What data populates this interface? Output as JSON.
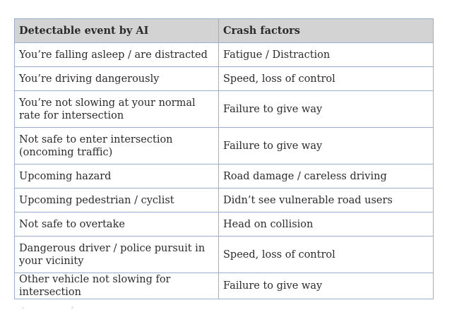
{
  "table": {
    "headers": [
      "Detectable event by AI",
      "Crash factors"
    ],
    "rows": [
      {
        "event": "You’re falling asleep / are distracted",
        "factor": "Fatigue / Distraction"
      },
      {
        "event": "You’re driving dangerously",
        "factor": "Speed, loss of control"
      },
      {
        "event": "You’re not slowing at your normal rate for intersection",
        "factor": "Failure to give way"
      },
      {
        "event": "Not safe to enter intersection (oncoming traffic)",
        "factor": "Failure to give way"
      },
      {
        "event": "Upcoming hazard",
        "factor": "Road damage / careless driving"
      },
      {
        "event": "Upcoming pedestrian / cyclist",
        "factor": "Didn’t see vulnerable road users"
      },
      {
        "event": "Not safe to overtake",
        "factor": "Head on collision"
      },
      {
        "event": "Dangerous driver / police pursuit in your vicinity",
        "factor": "Speed, loss of control"
      },
      {
        "event": "Other vehicle not slowing for intersection",
        "factor": "Failure to give way"
      }
    ]
  },
  "colors": {
    "header_bg": "#d3d3d3",
    "border": "#9aaed0",
    "text": "#2b2b2b"
  }
}
